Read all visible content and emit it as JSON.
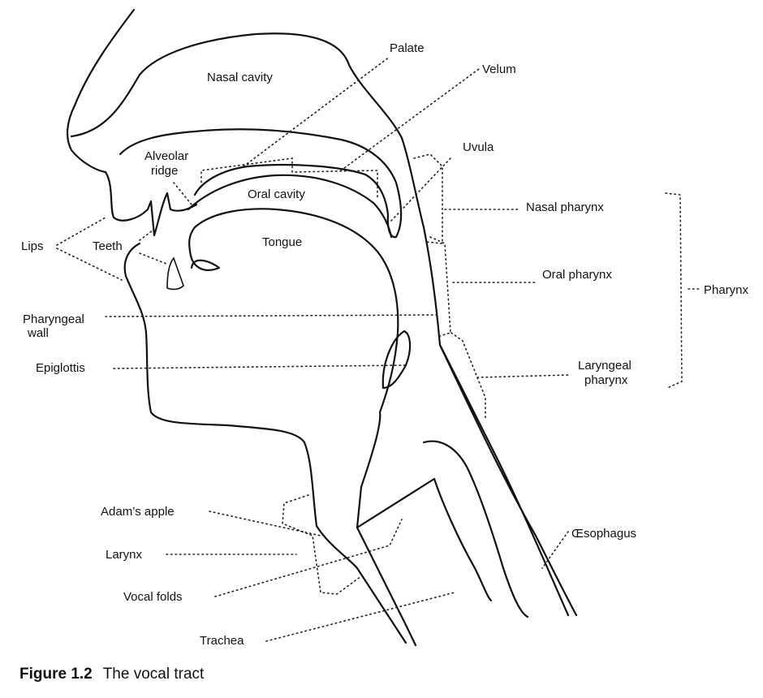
{
  "figure": {
    "caption_number": "Figure 1.2",
    "caption_title": "The vocal tract"
  },
  "labels": {
    "nasal_cavity": "Nasal cavity",
    "palate": "Palate",
    "velum": "Velum",
    "uvula": "Uvula",
    "alveolar_ridge_line1": "Alveolar",
    "alveolar_ridge_line2": "ridge",
    "oral_cavity": "Oral cavity",
    "lips": "Lips",
    "teeth": "Teeth",
    "tongue": "Tongue",
    "nasal_pharynx": "Nasal pharynx",
    "oral_pharynx": "Oral pharynx",
    "pharynx": "Pharynx",
    "pharyngeal_wall_line1": "Pharyngeal",
    "pharyngeal_wall_line2": "wall",
    "epiglottis": "Epiglottis",
    "laryngeal_pharynx_line1": "Laryngeal",
    "laryngeal_pharynx_line2": "pharynx",
    "adams_apple": "Adam’s apple",
    "larynx": "Larynx",
    "vocal_folds": "Vocal folds",
    "trachea": "Trachea",
    "oesophagus": "Œsophagus"
  }
}
